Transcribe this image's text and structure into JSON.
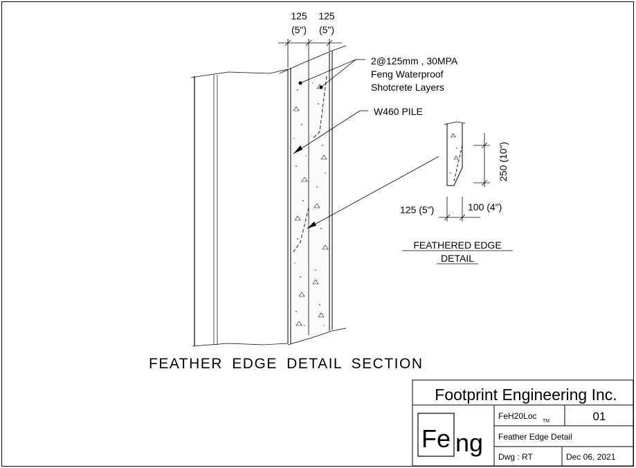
{
  "section_view": {
    "dims_top": {
      "left_value": "125",
      "left_imperial": "(5\")",
      "right_value": "125",
      "right_imperial": "(5\")"
    },
    "callout_shotcrete": {
      "line1": "2@125mm , 30MPA",
      "line2": "Feng Waterproof",
      "line3": "Shotcrete Layers"
    },
    "callout_pile": "W460 PILE",
    "title": "FEATHER EDGE DETAIL SECTION"
  },
  "feathered_edge_detail": {
    "dim_vertical": "250 (10\")",
    "dim_left": "125 (5\")",
    "dim_right": "100 (4\")",
    "title_line1": "FEATHERED EDGE",
    "title_line2": "DETAIL"
  },
  "title_block": {
    "company": "Footprint Engineering Inc.",
    "logo_left": "Fe",
    "logo_right": "ng",
    "product": "FeH20Loc",
    "trademark": "TM",
    "sheet_number": "01",
    "drawing_title": "Feather Edge Detail",
    "drawn_by": "Dwg : RT",
    "date": "Dec 06, 2021"
  }
}
